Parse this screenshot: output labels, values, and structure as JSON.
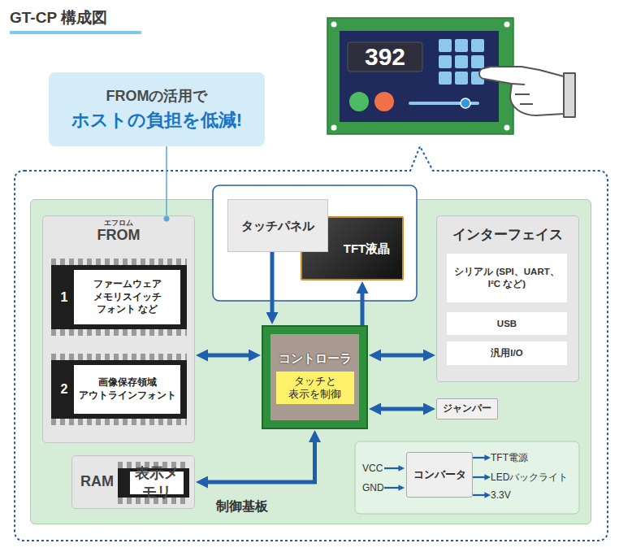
{
  "diagram": {
    "title": "GT-CP 構成図",
    "nodes": [
      {
        "text": [
          "FROMの活用で",
          "ホストの負担を低減!"
        ]
      },
      {
        "text": [
          "制御基板"
        ]
      },
      {
        "text": [
          "エフロム",
          "FROM"
        ],
        "in": 1
      },
      {
        "text": [
          "1",
          "ファームウェア メモリスイッチ フォント など"
        ],
        "in": 2
      },
      {
        "text": [
          "2",
          "画像保存領域 アウトラインフォント"
        ],
        "in": 2
      },
      {
        "text": [
          "RAM"
        ],
        "in": 1
      },
      {
        "text": [
          "表示メモリ"
        ],
        "in": 5
      },
      {
        "text": [
          "タッチパネル"
        ]
      },
      {
        "text": [
          "TFT液晶"
        ]
      },
      {
        "text": [
          "コントローラ",
          "タッチと 表示を制御"
        ],
        "in": 1
      },
      {
        "text": [
          "インターフェイス"
        ],
        "in": 1
      },
      {
        "text": [
          "シリアル (SPI、UART、I²C など)"
        ],
        "in": 10
      },
      {
        "text": [
          "USB"
        ],
        "in": 10
      },
      {
        "text": [
          "汎用I/O"
        ],
        "in": 10
      },
      {
        "text": [
          "ジャンパー"
        ],
        "in": 1
      },
      {
        "text": [
          "コンバータ"
        ],
        "in": 1
      }
    ],
    "edges": [
      {
        "from": 0,
        "to": 2,
        "arrow": "none"
      },
      {
        "from": 2,
        "to": 9,
        "arrow": "both"
      },
      {
        "from": 5,
        "to": 9,
        "arrow": "both"
      },
      {
        "from": 7,
        "to": 9,
        "arrow": "to"
      },
      {
        "from": 9,
        "to": 8,
        "arrow": "to"
      },
      {
        "from": 9,
        "to": 10,
        "arrow": "both"
      },
      {
        "from": 9,
        "to": 14,
        "arrow": "both"
      }
    ],
    "labels": [
      "392",
      "VCC",
      "GND",
      "TFT電源",
      "LEDバックライト",
      "3.3V"
    ]
  }
}
